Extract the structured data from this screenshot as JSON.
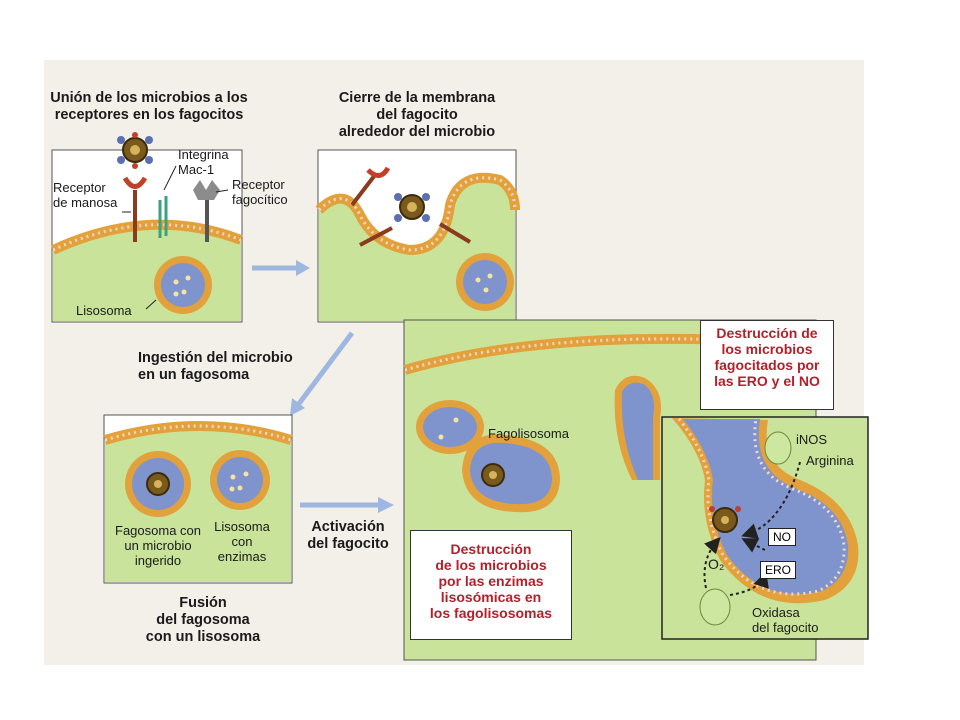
{
  "steps": {
    "binding_title": "Unión de los microbios a los\nreceptores en los fagocitos",
    "closure_title": "Cierre de la membrana\ndel fagocito\nalrededor del microbio",
    "ingestion_title": "Ingestión del microbio\nen un fagosoma",
    "fusion_title": "Fusión\ndel fagosoma\ncon un lisosoma",
    "activation_title": "Activación\ndel fagocito"
  },
  "labels": {
    "integrin": "Integrina\nMac-1",
    "mannose_receptor": "Receptor\nde manosa",
    "phagocytic_receptor": "Receptor\nfagocítico",
    "lysosome": "Lisosoma",
    "phagosome_with_microbe": "Fagosoma con\nun microbio\ningerido",
    "lysosome_with_enzymes": "Lisosoma\ncon\nenzimas",
    "phagolysosome": "Fagolisosoma",
    "inos": "iNOS",
    "arginine": "Arginina",
    "no": "NO",
    "ero": "ERO",
    "o2": "O₂",
    "phagocyte_oxidase": "Oxidasa\ndel fagocito"
  },
  "callouts": {
    "destruction_ero_no": "Destrucción de\nlos microbios\nfagocitados por\nlas ERO y el NO",
    "destruction_enzymes": "Destrucción\nde los microbios\npor las enzimas\nlisosómicas en\nlos fagolisosomas"
  },
  "colors": {
    "cytoplasm": "#c9e49a",
    "membrane": "#e3a13b",
    "membrane_dots": "#f6d6c9",
    "vacuole": "#7f93cc",
    "callout_text": "#b3202c",
    "arrow": "#9db7e0"
  }
}
